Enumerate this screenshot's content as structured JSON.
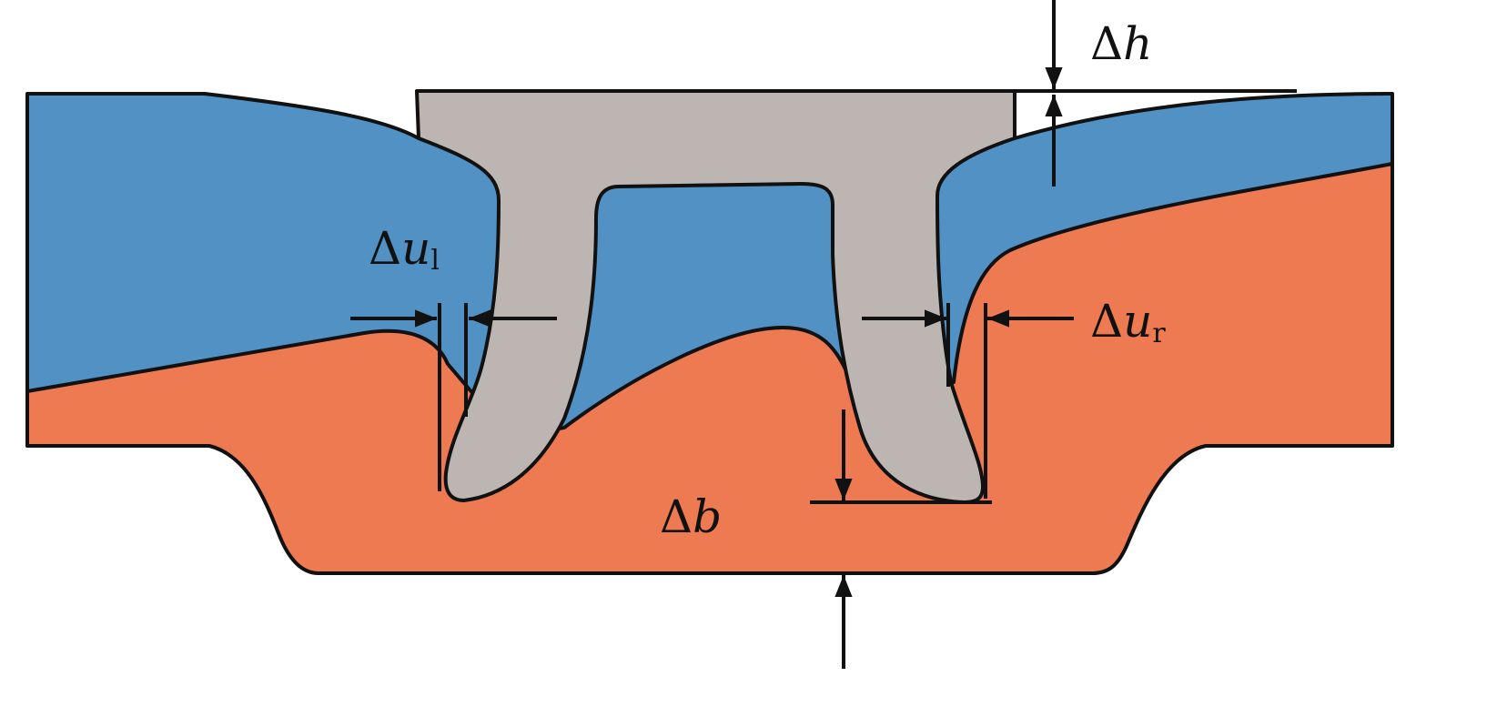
{
  "colors": {
    "upper_sheet": "#5191C4",
    "lower_sheet": "#EE7A52",
    "rivet": "#BDB5B1",
    "line": "#111111"
  },
  "labels": {
    "dh": {
      "delta": "Δ",
      "var": "h"
    },
    "dul": {
      "delta": "Δ",
      "var": "u",
      "sub": "l"
    },
    "dur": {
      "delta": "Δ",
      "var": "u",
      "sub": "r"
    },
    "db": {
      "delta": "Δ",
      "var": "b"
    }
  }
}
